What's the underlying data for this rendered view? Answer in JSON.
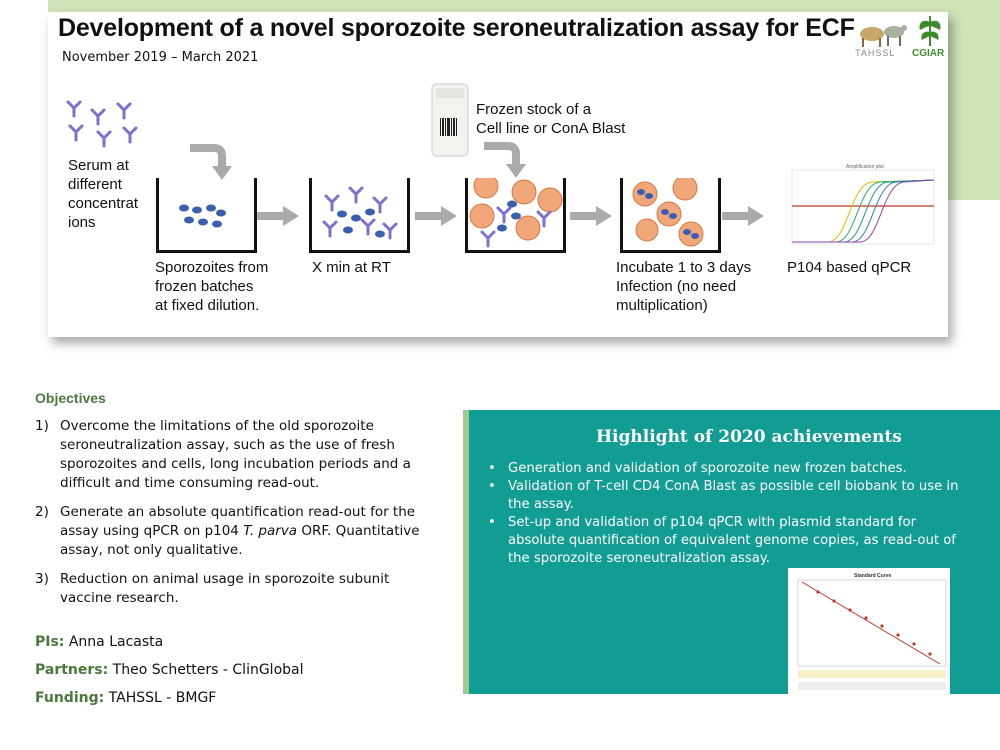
{
  "header": {
    "title": "Development of a novel sporozoite seroneutralization assay for ECF",
    "dates": "November 2019 – March 2021",
    "logos": [
      "TAHSSL",
      "CGIAR"
    ]
  },
  "diagram": {
    "serum_label": "Serum at\ndifferent\nconcentrat\nions",
    "frozen_stock_label": "Frozen stock of a\nCell line or ConA Blast",
    "steps": [
      {
        "label": "Sporozoites from\nfrozen batches\nat fixed dilution."
      },
      {
        "label": "X min at RT"
      },
      {
        "label": ""
      },
      {
        "label": "Incubate 1 to 3 days\nInfection (no need\nmultiplication)"
      },
      {
        "label": "P104 based qPCR"
      }
    ],
    "qpcr_chart_title": "Amplification plot"
  },
  "objectives": {
    "heading": "Objectives",
    "items": [
      {
        "num": "1)",
        "text": "Overcome the limitations of the old sporozoite seroneutralization assay, such as the use of fresh sporozoites and cells, long incubation periods and a difficult and time consuming read-out."
      },
      {
        "num": "2)",
        "text_before": "Generate an absolute quantification read-out for the assay using qPCR on p104 ",
        "italic": "T. parva",
        "text_after": " ORF.  Quantitative assay, not only qualitative."
      },
      {
        "num": "3)",
        "text": "Reduction on animal usage in sporozoite subunit vaccine research."
      }
    ]
  },
  "people": {
    "pis_key": "PIs:",
    "pis_value": " Anna Lacasta",
    "partners_key": "Partners:",
    "partners_value": " Theo Schetters - ClinGlobal",
    "funding_key": "Funding:",
    "funding_value": " TAHSSL - BMGF"
  },
  "highlights": {
    "title": "Highlight of 2020 achievements",
    "items": [
      "Generation and validation of sporozoite new frozen batches.",
      "Validation of T-cell CD4 ConA Blast as possible cell biobank to use in the assay.",
      "Set-up and validation of p104 qPCR with plasmid standard for absolute quantification of equivalent genome copies, as read-out of the sporozoite seroneutralization assay."
    ],
    "standard_curve_title": "Standard Curve"
  },
  "colors": {
    "accent_green": "#4a7a3b",
    "band_green": "#cfe3b8",
    "teal": "#119d93",
    "parasite_blue": "#3a5fb0",
    "cell_orange": "#f2a77a",
    "antibody_purple": "#7f6fd0"
  }
}
